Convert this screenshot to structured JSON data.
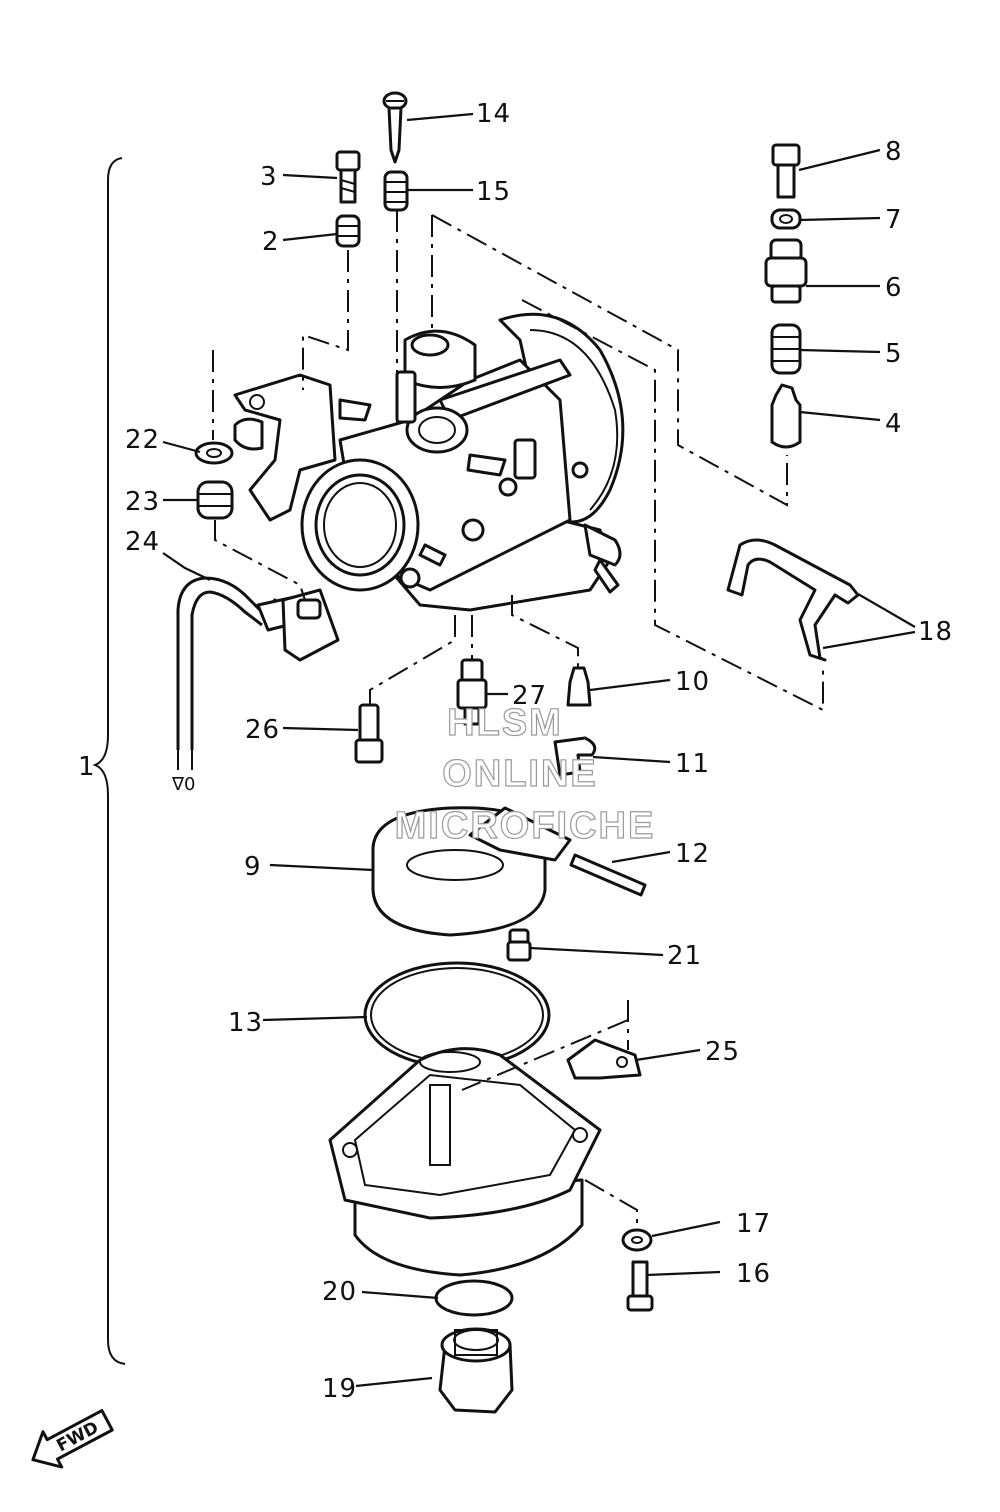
{
  "diagram": {
    "assembly_label": "1",
    "fwd_label": "FWD",
    "wire_label": "∇0",
    "watermark": [
      "HLSM",
      "ONLINE",
      "MICROFICHE"
    ],
    "callouts": {
      "c2": "2",
      "c3": "3",
      "c4": "4",
      "c5": "5",
      "c6": "6",
      "c7": "7",
      "c8": "8",
      "c9": "9",
      "c10": "10",
      "c11": "11",
      "c12": "12",
      "c13": "13",
      "c14": "14",
      "c15": "15",
      "c16": "16",
      "c17": "17",
      "c18": "18",
      "c19": "19",
      "c20": "20",
      "c21": "21",
      "c22": "22",
      "c23": "23",
      "c24": "24",
      "c25": "25",
      "c26": "26",
      "c27": "27"
    }
  }
}
